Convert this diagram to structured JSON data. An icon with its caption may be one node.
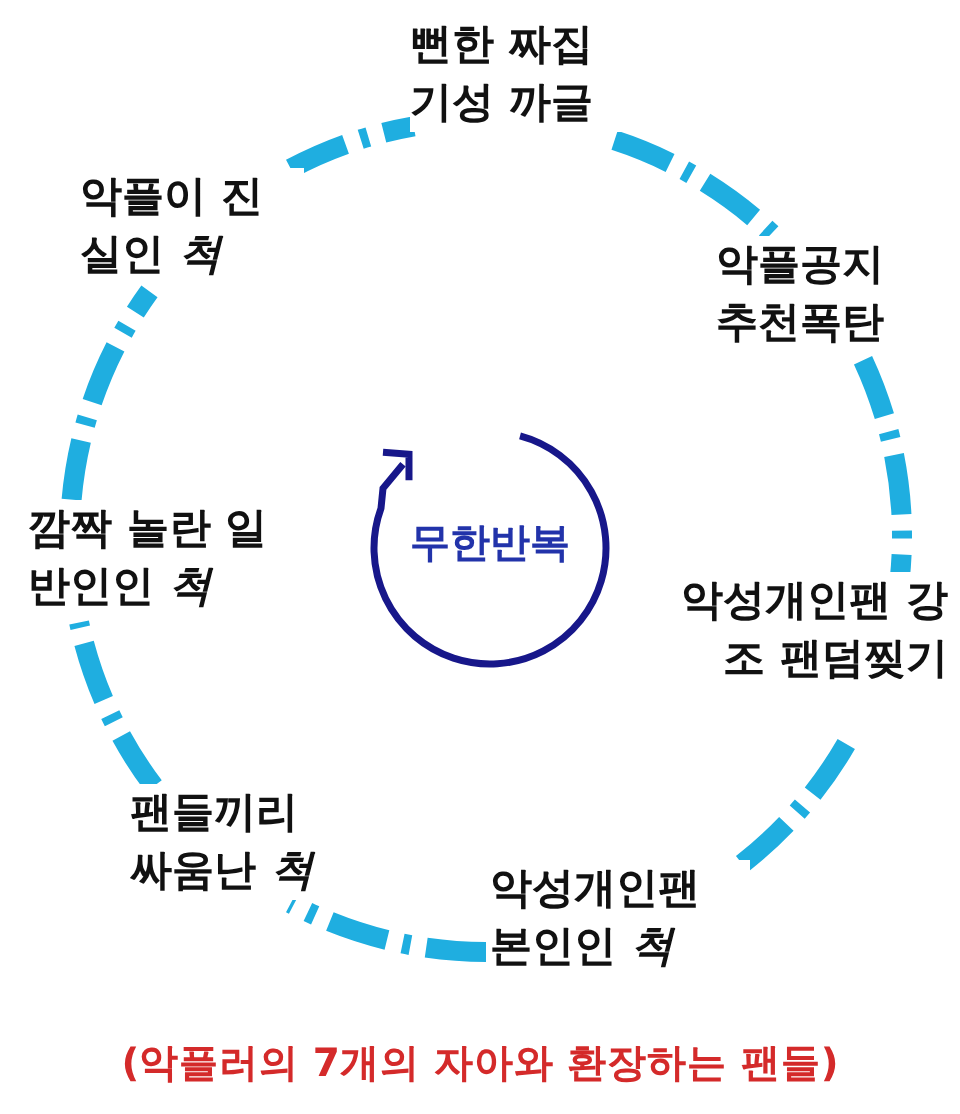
{
  "diagram": {
    "caption": "(악플러의 7개의 자아와 환장하는 팬들)",
    "nodes": [
      {
        "text": [
          "뻔한 짜집기성 까글"
        ]
      },
      {
        "text": [
          "악플공지 추천폭탄"
        ]
      },
      {
        "text": [
          "악성개인팬 강조 팬덤찢기"
        ]
      },
      {
        "text": [
          "악성개인팬 본인인 *척*"
        ]
      },
      {
        "text": [
          "팬들끼리 싸움난 *척*"
        ]
      },
      {
        "text": [
          "깜짝 놀란 일반인인 *척*"
        ]
      },
      {
        "text": [
          "악플이 진실인 *척*"
        ]
      },
      {
        "text": [
          "무한반복"
        ]
      }
    ],
    "edges": [
      {
        "from": 0,
        "to": 1,
        "arrow": "none"
      },
      {
        "from": 1,
        "to": 2,
        "arrow": "none"
      },
      {
        "from": 2,
        "to": 3,
        "arrow": "none"
      },
      {
        "from": 3,
        "to": 4,
        "arrow": "none"
      },
      {
        "from": 4,
        "to": 5,
        "arrow": "none"
      },
      {
        "from": 5,
        "to": 6,
        "arrow": "none"
      },
      {
        "from": 6,
        "to": 0,
        "arrow": "none"
      }
    ]
  }
}
